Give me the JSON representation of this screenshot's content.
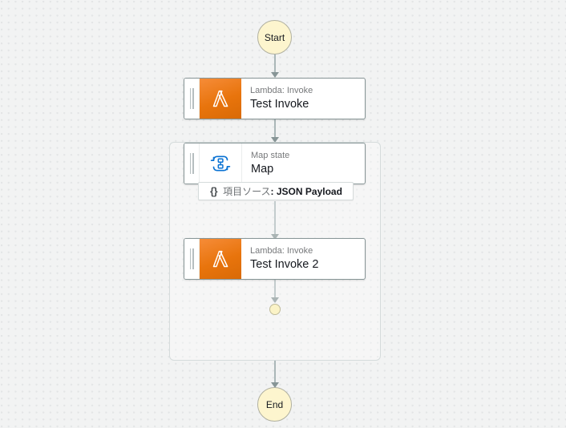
{
  "canvas": {
    "background_color": "#f2f3f3",
    "grid_dot_color": "#e3e5e6",
    "connector_color": "#aab7b8"
  },
  "graph": {
    "start_node": {
      "label": "Start",
      "shape": "circle",
      "fill_color": "#fdf5ce",
      "border_color": "#b0b0a0"
    },
    "end_node": {
      "label": "End",
      "shape": "circle",
      "fill_color": "#fdf5ce",
      "border_color": "#b0b0a0"
    },
    "map_iteration_end_node": {
      "label": "",
      "shape": "circle",
      "fill_color": "#fbf3c7",
      "border_color": "#c0bb9a"
    },
    "nodes": [
      {
        "id": "test-invoke",
        "type_label": "Lambda: Invoke",
        "title": "Test Invoke",
        "icon": "aws-lambda-icon",
        "icon_color": "#e8740c"
      },
      {
        "id": "map",
        "type_label": "Map state",
        "title": "Map",
        "icon": "map-state-icon",
        "icon_color": "#0972d3"
      },
      {
        "id": "test-invoke-2",
        "type_label": "Lambda: Invoke",
        "title": "Test Invoke 2",
        "icon": "aws-lambda-icon",
        "icon_color": "#e8740c"
      }
    ],
    "map_item_source": {
      "braces": "{}",
      "label": "項目ソース",
      "separator": ": ",
      "value": "JSON Payload"
    }
  }
}
